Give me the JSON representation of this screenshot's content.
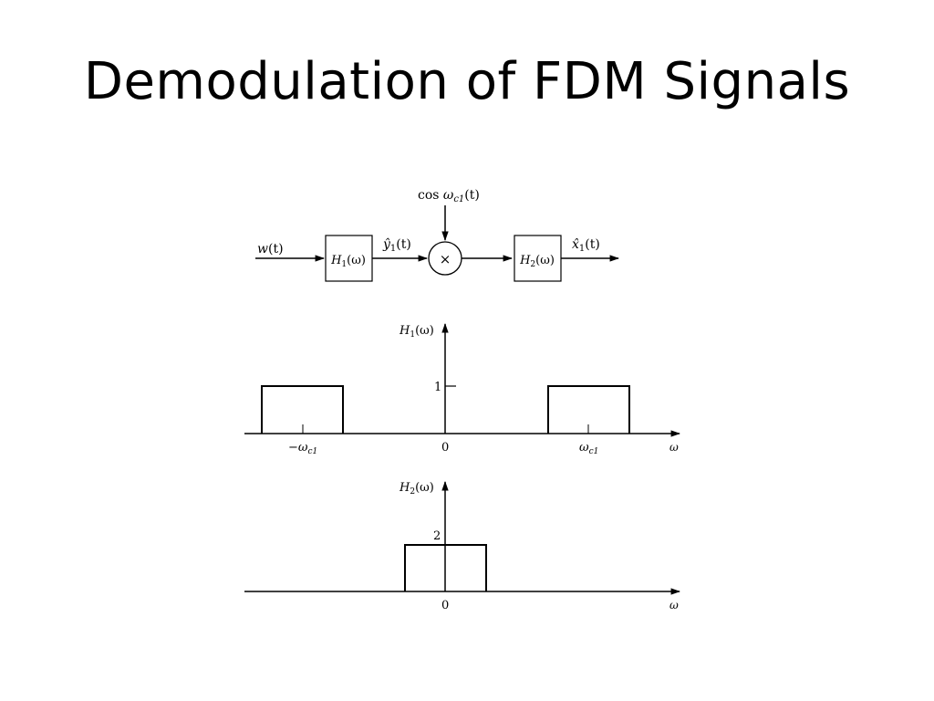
{
  "slide": {
    "title": "Demodulation of FDM Signals"
  },
  "block_diagram": {
    "input": {
      "base": "w",
      "arg": "(t)"
    },
    "filter1": {
      "base": "H",
      "sub": "1",
      "arg": "(ω)"
    },
    "intermediate": {
      "base": "ŷ",
      "sub": "1",
      "arg": "(t)"
    },
    "carrier": {
      "prefix": "cos ",
      "base": "ω",
      "sub": "c1",
      "arg": "(t)"
    },
    "multiplier_symbol": "×",
    "filter2": {
      "base": "H",
      "sub": "2",
      "arg": "(ω)"
    },
    "output": {
      "base": "x̂",
      "sub": "1",
      "arg": "(t)"
    }
  },
  "plot_h1": {
    "ylabel": {
      "base": "H",
      "sub": "1",
      "arg": "(ω)"
    },
    "level_label": "1",
    "origin_label": "0",
    "xlabel": "ω",
    "neg_carrier": {
      "base": "−ω",
      "sub": "c1"
    },
    "pos_carrier": {
      "base": "ω",
      "sub": "c1"
    }
  },
  "plot_h2": {
    "ylabel": {
      "base": "H",
      "sub": "2",
      "arg": "(ω)"
    },
    "level_label": "2",
    "origin_label": "0",
    "xlabel": "ω"
  }
}
